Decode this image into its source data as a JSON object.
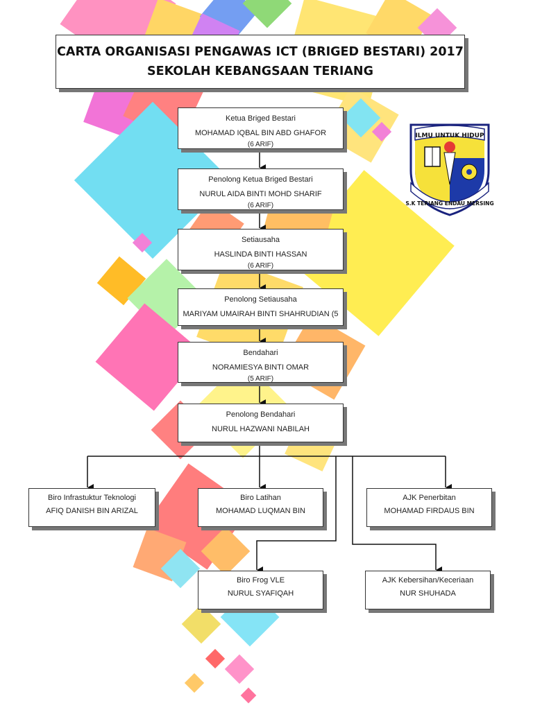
{
  "header": {
    "title_line1": "CARTA ORGANISASI PENGAWAS ICT (BRIGED BESTARI) 2017",
    "title_line2": "SEKOLAH KEBANGSAAN TERIANG"
  },
  "logo": {
    "top_text": "ILMU UNTUK HIDUP",
    "bottom_text": "S.K TERIANG ENDAU MERSING"
  },
  "chain": [
    {
      "role": "Ketua Briged Bestari",
      "name": "MOHAMAD IQBAL BIN ABD GHAFOR",
      "extra": "(6 ARIF)"
    },
    {
      "role": "Penolong Ketua Briged Bestari",
      "name": "NURUL AIDA BINTI MOHD SHARIF",
      "extra": "(6 ARIF)"
    },
    {
      "role": "Setiausaha",
      "name": "HASLINDA BINTI HASSAN",
      "extra": "(6 ARIF)"
    },
    {
      "role": "Penolong Setiausaha",
      "name": "MARIYAM UMAIRAH BINTI SHAHRUDIAN (5",
      "extra": ""
    },
    {
      "role": "Bendahari",
      "name": "NORAMIESYA BINTI OMAR",
      "extra": "(5 ARIF)"
    },
    {
      "role": "Penolong Bendahari",
      "name": "NURUL HAZWANI NABILAH",
      "extra": ""
    }
  ],
  "branches": [
    {
      "role": "Biro Infrastuktur Teknologi",
      "name": "AFIQ DANISH BIN ARIZAL"
    },
    {
      "role": "Biro Latihan",
      "name": "MOHAMAD LUQMAN BIN"
    },
    {
      "role": "AJK Penerbitan",
      "name": "MOHAMAD FIRDAUS BIN"
    },
    {
      "role": "Biro Frog VLE",
      "name": "NURUL SYAFIQAH"
    },
    {
      "role": "AJK Kebersihan/Keceriaan",
      "name": "NUR SHUHADA"
    }
  ]
}
